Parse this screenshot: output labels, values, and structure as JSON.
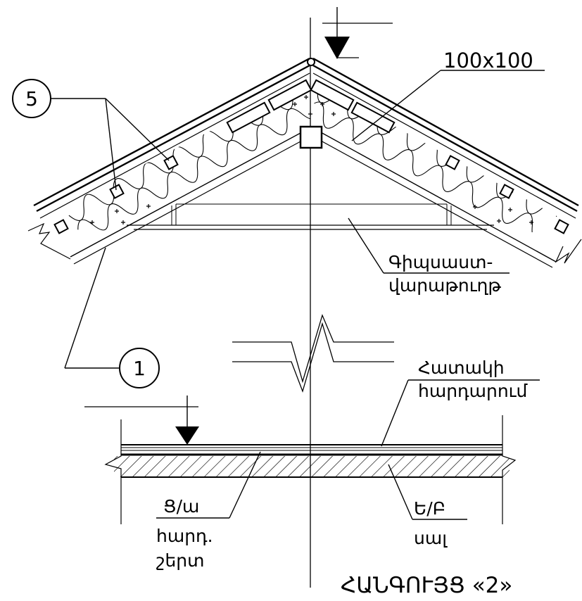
{
  "callouts": {
    "detail_5": "5",
    "detail_1": "1"
  },
  "labels": {
    "ridge_beam_size": "100x100",
    "gypsum_board_line1": "Գիպսաստ-",
    "gypsum_board_line2": "վարաթուղթ",
    "floor_finish_line1": "Հատակի",
    "floor_finish_line2": "հարդարում",
    "screed_line1": "Ց/ա",
    "screed_line2": "հարդ.",
    "screed_line3": "շերտ",
    "slab_line1": "Ե/Բ",
    "slab_line2": "սալ",
    "section_title": "ՀԱՆԳՈՒՅՑ «2»"
  }
}
